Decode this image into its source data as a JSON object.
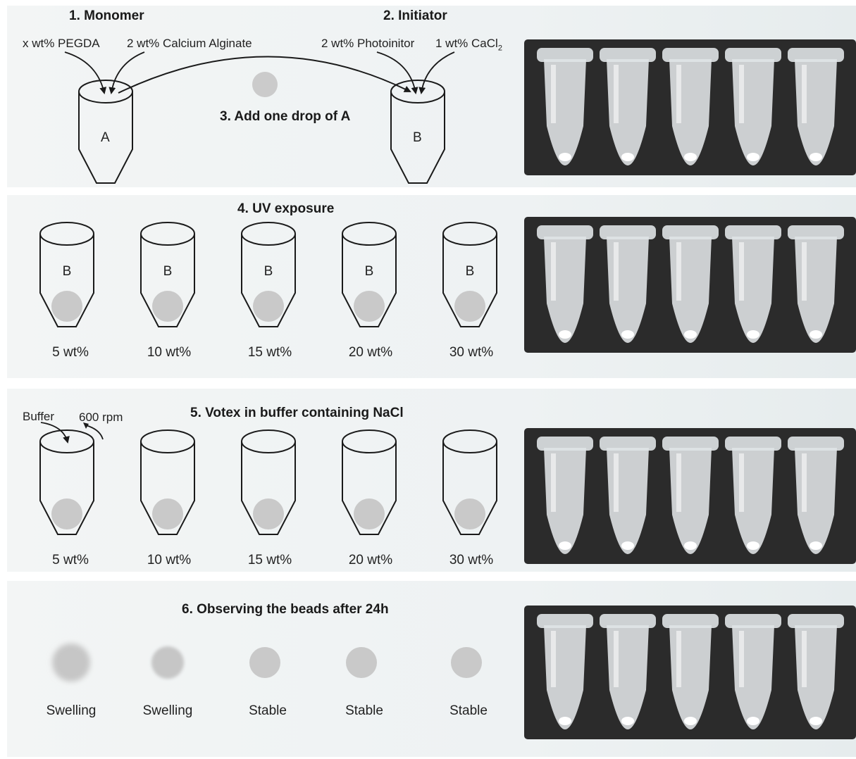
{
  "step1": {
    "title": "1. Monomer",
    "reagent_a": "x wt% PEGDA",
    "reagent_b": "2 wt% Calcium Alginate",
    "tube_label": "A"
  },
  "step2": {
    "title": "2. Initiator",
    "reagent_a": "2 wt% Photoinitor",
    "reagent_b_main": "1 wt% CaCl",
    "reagent_b_sub": "2",
    "tube_label": "B"
  },
  "step3": {
    "title": "3. Add one drop of A"
  },
  "step4": {
    "title": "4. UV exposure",
    "tube_label": "B",
    "concentrations": [
      "5 wt%",
      "10 wt%",
      "15 wt%",
      "20 wt%",
      "30 wt%"
    ]
  },
  "step5": {
    "title": "5. Votex in buffer containing NaCl",
    "buffer_label": "Buffer",
    "speed_label": "600 rpm",
    "concentrations": [
      "5 wt%",
      "10 wt%",
      "15 wt%",
      "20 wt%",
      "30 wt%"
    ]
  },
  "step6": {
    "title": "6. Observing the beads after 24h",
    "outcomes": [
      "Swelling",
      "Swelling",
      "Stable",
      "Stable",
      "Stable"
    ]
  },
  "colors": {
    "bead": "#c9c9c9",
    "outline": "#1a1a1a",
    "photo_bg": "#2b2b2b",
    "tube_plastic": "#e9ecee"
  }
}
